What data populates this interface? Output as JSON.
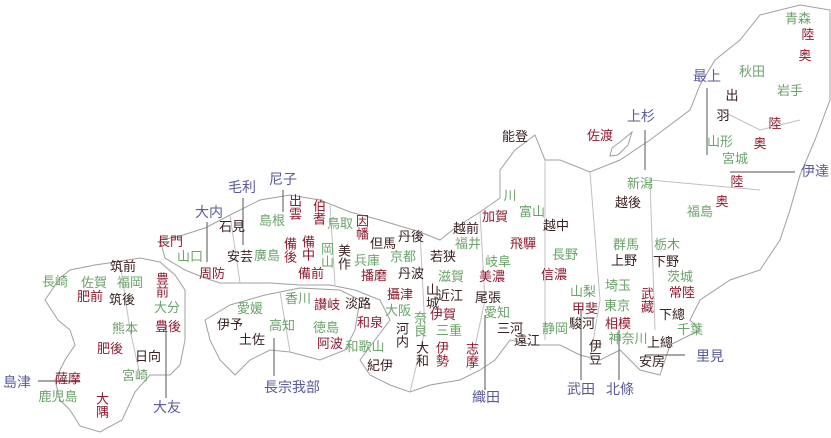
{
  "colors": {
    "prefecture": "#6aa36a",
    "province": "#8e1b2e",
    "province_dark": "#3a2020",
    "clan": "#5a5a9c",
    "border": "#a0a0a0"
  },
  "clans": [
    "毛利",
    "尼子",
    "大内",
    "長宗我部",
    "大友",
    "島津",
    "織田",
    "武田",
    "北條",
    "里見",
    "伊達",
    "上杉",
    "最上"
  ],
  "prefectures": [
    "長崎",
    "佐賀",
    "福岡",
    "大分",
    "熊本",
    "宮崎",
    "鹿児島",
    "山口",
    "島根",
    "廣島",
    "愛媛",
    "高知",
    "香川",
    "徳島",
    "岡山",
    "鳥取",
    "兵庫",
    "京都",
    "大阪",
    "奈良",
    "和歌山",
    "福井",
    "滋賀",
    "三重",
    "愛知",
    "岐阜",
    "富山",
    "川",
    "長野",
    "静岡",
    "山梨",
    "東京",
    "埼玉",
    "神奈川",
    "群馬",
    "栃木",
    "茨城",
    "千葉",
    "新潟",
    "福島",
    "宮城",
    "山形",
    "秋田",
    "岩手",
    "青森"
  ],
  "provinces": [
    {
      "text": "筑前",
      "emphasis": false
    },
    {
      "text": "豊前",
      "emphasis": true
    },
    {
      "text": "肥前",
      "emphasis": true
    },
    {
      "text": "筑後",
      "emphasis": false
    },
    {
      "text": "豊後",
      "emphasis": true
    },
    {
      "text": "肥後",
      "emphasis": true
    },
    {
      "text": "日向",
      "emphasis": false
    },
    {
      "text": "薩摩",
      "emphasis": true
    },
    {
      "text": "大隅",
      "emphasis": true
    },
    {
      "text": "長門",
      "emphasis": true
    },
    {
      "text": "石見",
      "emphasis": false
    },
    {
      "text": "周防",
      "emphasis": true
    },
    {
      "text": "安芸",
      "emphasis": false
    },
    {
      "text": "伊予",
      "emphasis": false
    },
    {
      "text": "土佐",
      "emphasis": false
    },
    {
      "text": "出雲",
      "emphasis": true
    },
    {
      "text": "伯耆",
      "emphasis": true
    },
    {
      "text": "備後",
      "emphasis": true
    },
    {
      "text": "備中",
      "emphasis": true
    },
    {
      "text": "備前",
      "emphasis": true
    },
    {
      "text": "美作",
      "emphasis": false
    },
    {
      "text": "因幡",
      "emphasis": true
    },
    {
      "text": "但馬",
      "emphasis": false
    },
    {
      "text": "丹後",
      "emphasis": false
    },
    {
      "text": "播磨",
      "emphasis": true
    },
    {
      "text": "丹波",
      "emphasis": false
    },
    {
      "text": "若狭",
      "emphasis": false
    },
    {
      "text": "讃岐",
      "emphasis": true
    },
    {
      "text": "淡路",
      "emphasis": false
    },
    {
      "text": "攝津",
      "emphasis": true
    },
    {
      "text": "和泉",
      "emphasis": true
    },
    {
      "text": "河内",
      "emphasis": false
    },
    {
      "text": "大和",
      "emphasis": false
    },
    {
      "text": "阿波",
      "emphasis": true
    },
    {
      "text": "紀伊",
      "emphasis": false
    },
    {
      "text": "山城",
      "emphasis": false
    },
    {
      "text": "近江",
      "emphasis": false
    },
    {
      "text": "伊賀",
      "emphasis": true
    },
    {
      "text": "伊勢",
      "emphasis": true
    },
    {
      "text": "志摩",
      "emphasis": true
    },
    {
      "text": "尾張",
      "emphasis": false
    },
    {
      "text": "三河",
      "emphasis": false
    },
    {
      "text": "遠江",
      "emphasis": false
    },
    {
      "text": "越前",
      "emphasis": false
    },
    {
      "text": "加賀",
      "emphasis": true
    },
    {
      "text": "越中",
      "emphasis": false
    },
    {
      "text": "飛驒",
      "emphasis": true
    },
    {
      "text": "美濃",
      "emphasis": true
    },
    {
      "text": "信濃",
      "emphasis": true
    },
    {
      "text": "越後",
      "emphasis": false
    },
    {
      "text": "上野",
      "emphasis": false
    },
    {
      "text": "下野",
      "emphasis": false
    },
    {
      "text": "甲斐",
      "emphasis": true
    },
    {
      "text": "武藏",
      "emphasis": true
    },
    {
      "text": "常陸",
      "emphasis": true
    },
    {
      "text": "駿河",
      "emphasis": false
    },
    {
      "text": "相模",
      "emphasis": true
    },
    {
      "text": "伊豆",
      "emphasis": false
    },
    {
      "text": "下總",
      "emphasis": false
    },
    {
      "text": "上總",
      "emphasis": false
    },
    {
      "text": "安房",
      "emphasis": false
    },
    {
      "text": "佐渡",
      "emphasis": true
    },
    {
      "text": "能登",
      "emphasis": false
    },
    {
      "text": "出",
      "emphasis": false
    },
    {
      "text": "羽",
      "emphasis": false
    },
    {
      "text": "陸",
      "emphasis": true
    },
    {
      "text": "奥",
      "emphasis": true
    },
    {
      "text": "陸",
      "emphasis": true
    },
    {
      "text": "奥",
      "emphasis": true
    },
    {
      "text": "陸",
      "emphasis": true
    },
    {
      "text": "奥",
      "emphasis": true
    }
  ]
}
